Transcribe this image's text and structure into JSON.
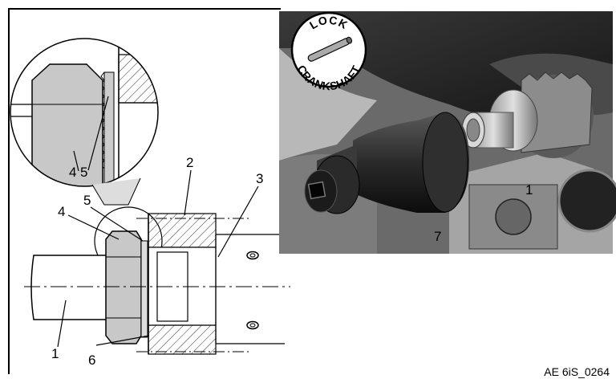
{
  "callouts": {
    "left": [
      "1",
      "2",
      "3",
      "4",
      "4",
      "5",
      "5",
      "6"
    ],
    "right": [
      "1",
      "7"
    ]
  },
  "stamp": {
    "top": "LOCK",
    "bottom": "CRANKSHAFT"
  },
  "caption": "AE 6iS_0264"
}
